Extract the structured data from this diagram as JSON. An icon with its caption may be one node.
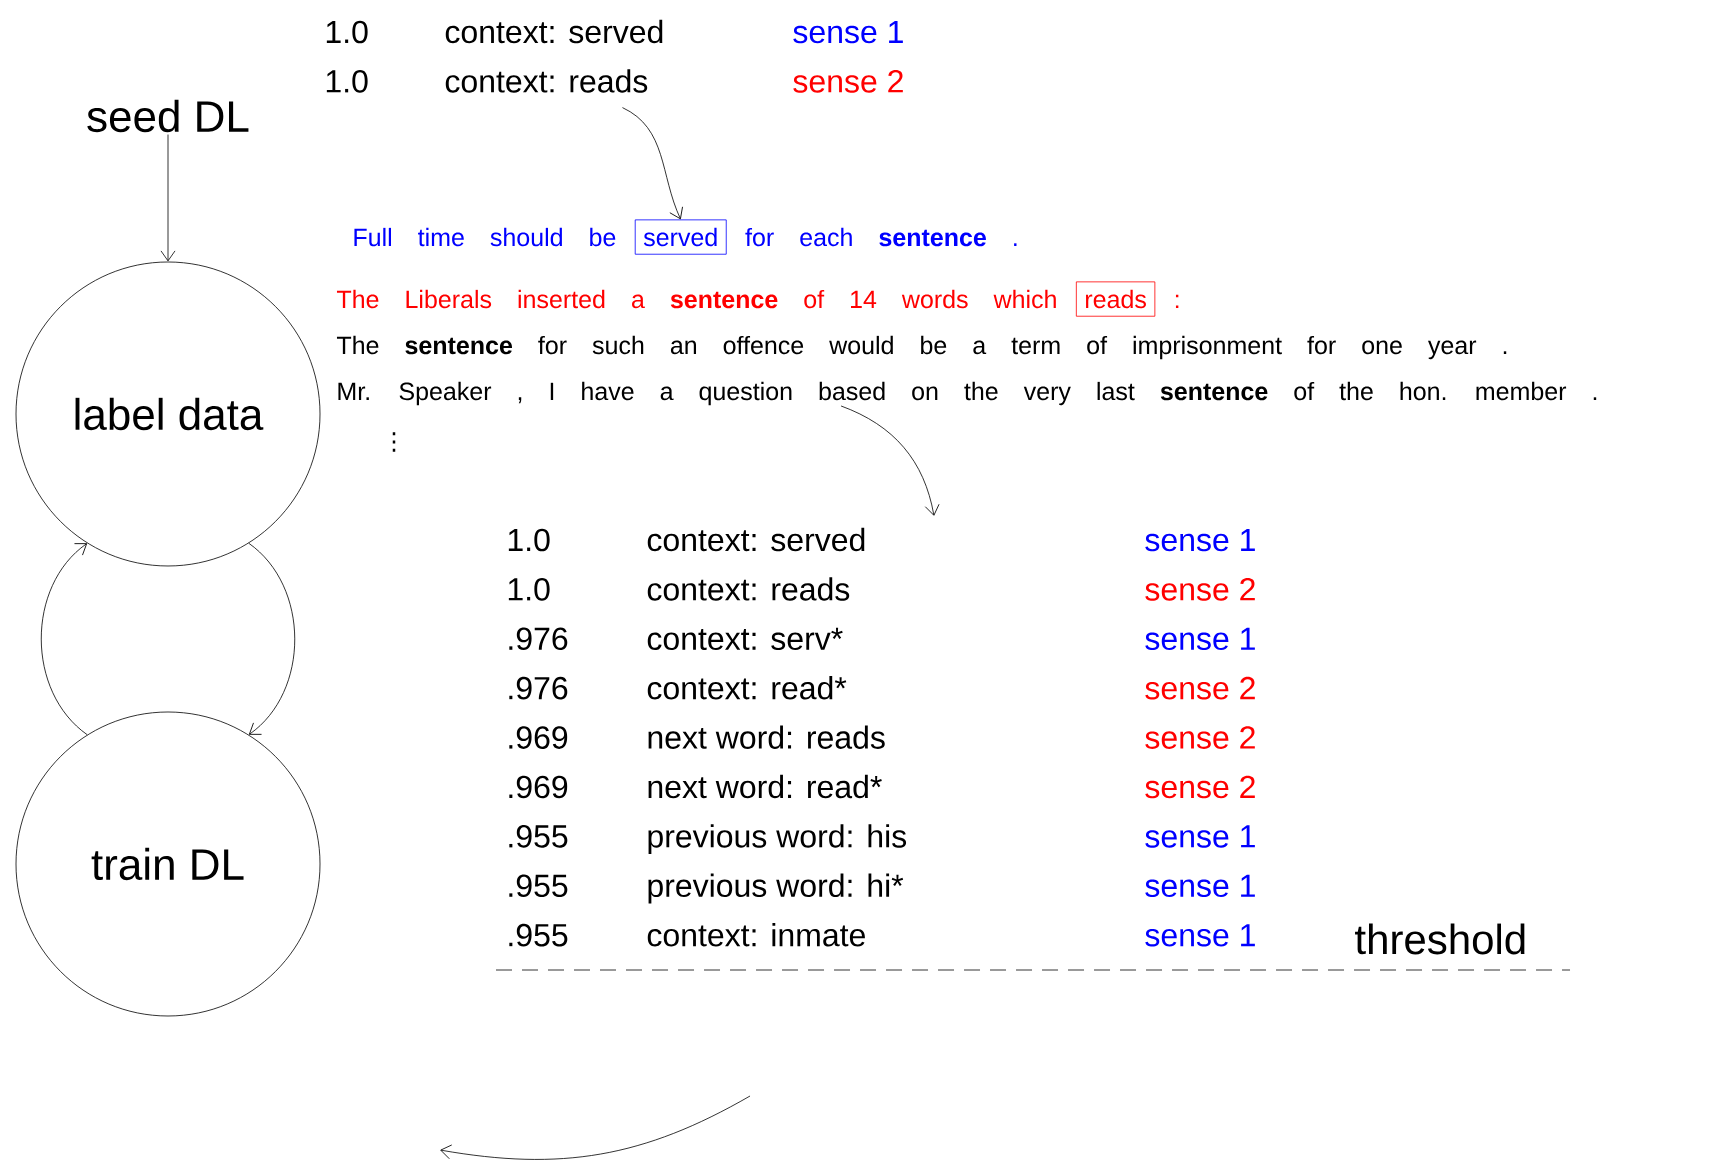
{
  "diagram": {
    "nodes": [
      {
        "text": [
          "seed DL"
        ]
      },
      {
        "text": [
          "label data"
        ]
      },
      {
        "text": [
          "train DL"
        ]
      },
      {
        "text": [
          "1.0",
          "context: served",
          "sense 1",
          "1.0",
          "context: reads",
          "sense 2"
        ]
      },
      {
        "text": [
          "Full time should be",
          "for each **sentence** .",
          "The Liberals inserted a **sentence** of 14 words which",
          ":",
          "The **sentence** for such an offence would be a term of imprisonment for one year .",
          "Mr. Speaker , I have a question based on the very last **sentence** of the hon. member ."
        ]
      },
      {
        "text": [
          "served"
        ],
        "in": 4
      },
      {
        "text": [
          "reads"
        ],
        "in": 4
      },
      {
        "text": [
          "1.0",
          "context: served",
          "sense 1",
          "1.0",
          "context: reads",
          "sense 2",
          ".976",
          "context: serv*",
          "sense 1",
          ".976",
          "context: read*",
          "sense 2",
          ".969",
          "next word: reads",
          "sense 2",
          ".969",
          "next word: read*",
          "sense 2",
          ".955",
          "previous word: his",
          "sense 1",
          ".955",
          "previous word: hi*",
          "sense 1",
          ".955",
          "context: inmate",
          "sense 1"
        ]
      }
    ],
    "edges": [
      {
        "from": 0,
        "to": 1,
        "arrow": "to"
      },
      {
        "from": 1,
        "to": 2,
        "arrow": "to"
      },
      {
        "from": 2,
        "to": 1,
        "arrow": "to"
      },
      {
        "from": 3,
        "to": 5,
        "arrow": "to"
      },
      {
        "from": 4,
        "to": 7,
        "arrow": "to"
      }
    ],
    "labels": [
      "⋮",
      "threshold"
    ]
  }
}
